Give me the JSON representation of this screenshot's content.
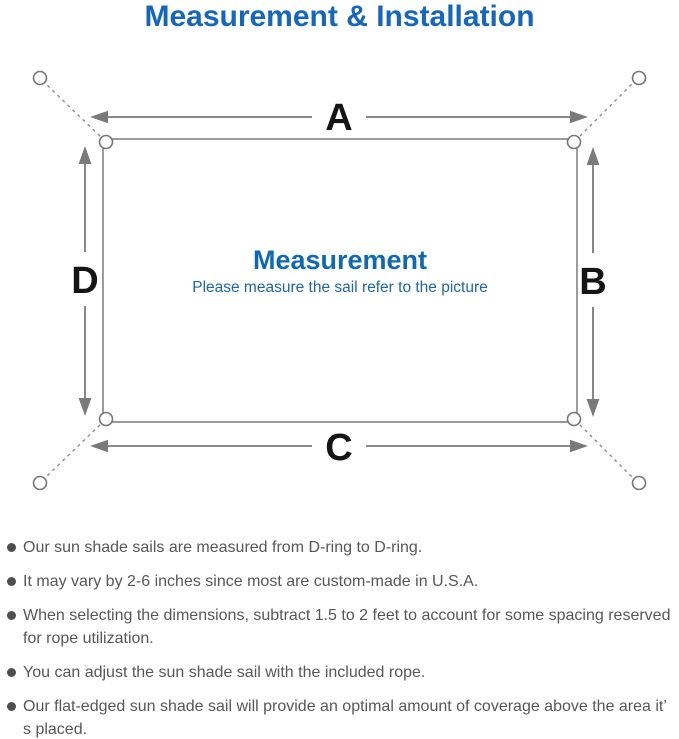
{
  "title": "Measurement & Installation",
  "diagram": {
    "labels": {
      "a": "A",
      "b": "B",
      "c": "C",
      "d": "D"
    },
    "center_title": "Measurement",
    "center_subtitle": "Please measure the sail refer to the picture"
  },
  "notes": [
    "Our sun shade sails are measured from D-ring to D-ring.",
    "It may vary by 2-6 inches since most are custom-made in U.S.A.",
    "When selecting the dimensions, subtract 1.5 to 2 feet to account for some spacing reserved for rope utilization.",
    "You can adjust the sun shade sail with the included rope.",
    "Our flat-edged sun shade sail will provide an optimal amount of coverage above the area it’ s placed."
  ],
  "colors": {
    "title_blue": "#1566bd",
    "diagram_blue": "#0e68b4",
    "subtitle_blue": "#1d67a8",
    "line_gray": "#8a8a8a",
    "arrow_gray": "#7a7a7a",
    "text_gray": "#575757"
  }
}
